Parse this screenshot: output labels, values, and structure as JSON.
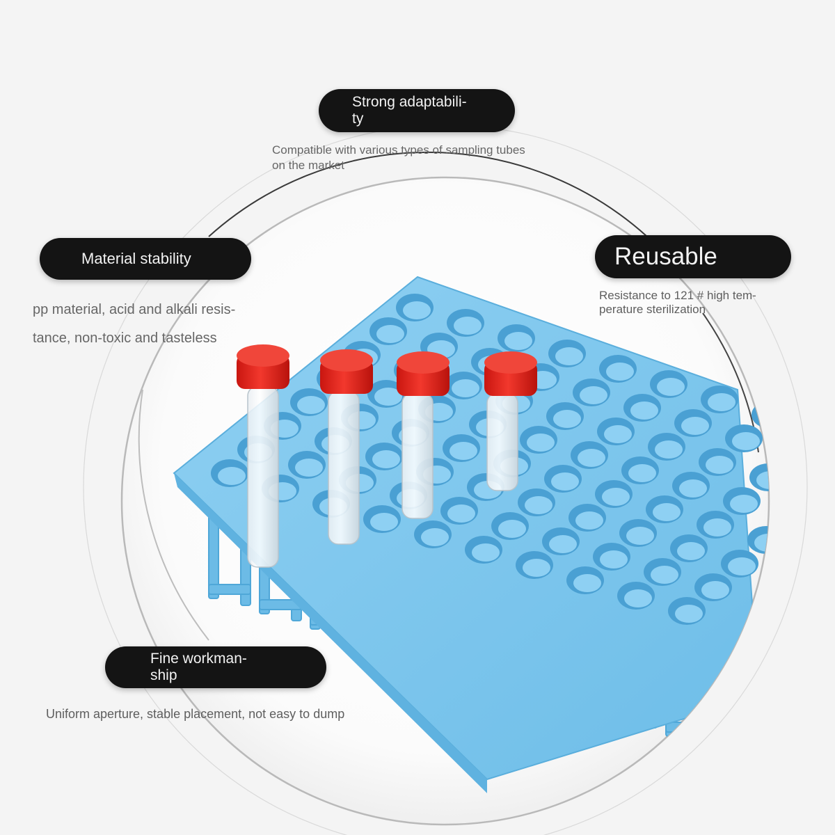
{
  "features": {
    "adaptability": {
      "title_lines": [
        "Strong adaptabili-",
        "ty"
      ],
      "desc_lines": [
        "Compatible with various types of sampling tubes",
        "on the market"
      ]
    },
    "material": {
      "title_lines": [
        "Material stability"
      ],
      "desc_lines": [
        "pp material, acid and alkali resis-",
        "tance, non-toxic and tasteless"
      ]
    },
    "reusable": {
      "title_lines": [
        "Reusable"
      ],
      "desc_lines": [
        "Resistance to 121 # high tem-",
        "perature sterilization"
      ]
    },
    "workmanship": {
      "title_lines": [
        "Fine workman-",
        "ship"
      ],
      "desc_lines": [
        "Uniform aperture, stable placement, not easy to dump"
      ]
    }
  },
  "colors": {
    "rack": "#7cc6ee",
    "cap": "#e8241c",
    "pill": "#141414",
    "background": "#f4f4f4"
  },
  "icons": [
    "test-tube-rack-image"
  ]
}
